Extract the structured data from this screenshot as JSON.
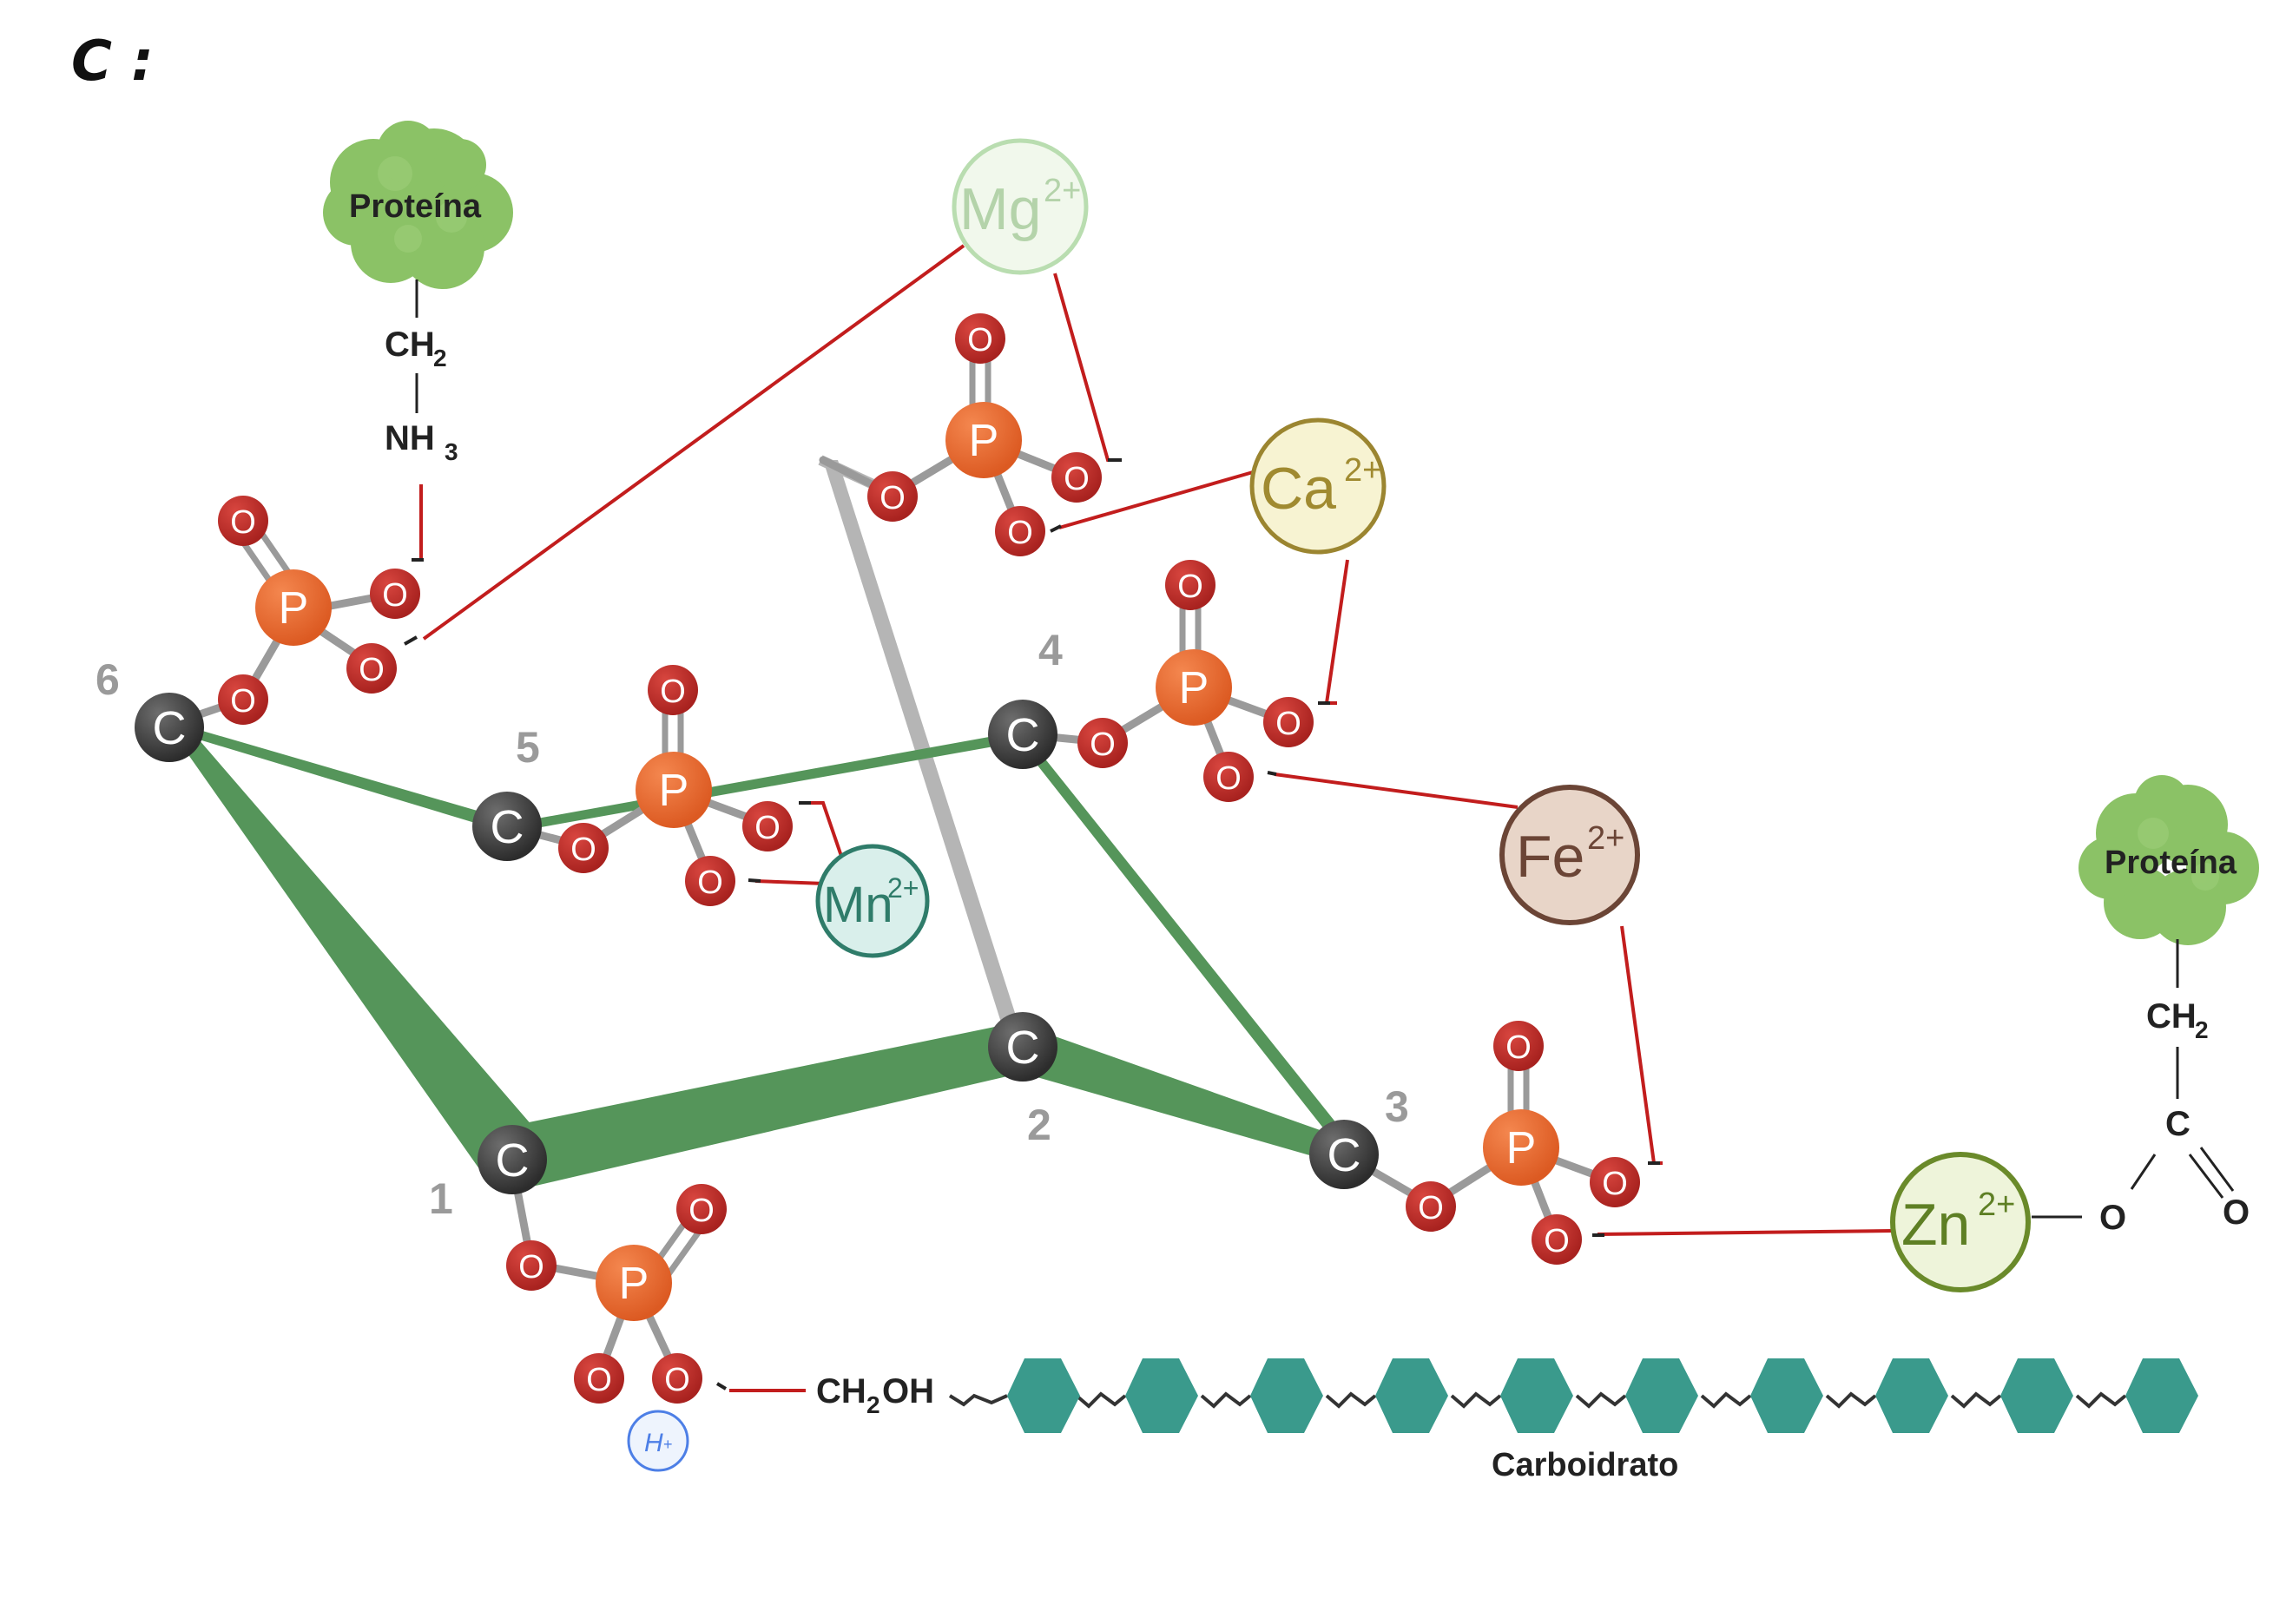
{
  "panel": {
    "label": "C :"
  },
  "ring": {
    "carbon_symbol": "C",
    "numbers": [
      "1",
      "2",
      "3",
      "4",
      "5",
      "6"
    ]
  },
  "phosphate": {
    "p_symbol": "P",
    "o_symbol": "O"
  },
  "proteins": [
    {
      "label": "Proteína",
      "ch2": "CH",
      "ch2_sub": "2",
      "group": "NH",
      "group_sub": "3"
    },
    {
      "label": "Proteína",
      "ch2": "CH",
      "ch2_sub": "2",
      "carboxyl_c": "C",
      "carboxyl_o": "O"
    }
  ],
  "ions": [
    {
      "symbol": "Mg",
      "charge": "2+",
      "fill": "#f1f8ec",
      "stroke": "#b9ddb0",
      "text": "#b4d3aa"
    },
    {
      "symbol": "Ca",
      "charge": "2+",
      "fill": "#f7f3d2",
      "stroke": "#9b8530",
      "text": "#a08a30"
    },
    {
      "symbol": "Mn",
      "charge": "2+",
      "fill": "#d9efeb",
      "stroke": "#2f7c6a",
      "text": "#2f7c6a"
    },
    {
      "symbol": "Fe",
      "charge": "2+",
      "fill": "#e8d5c8",
      "stroke": "#6b4536",
      "text": "#6b4536"
    },
    {
      "symbol": "Zn",
      "charge": "2+",
      "fill": "#eef4da",
      "stroke": "#6a8a2a",
      "text": "#5e7f24"
    }
  ],
  "hydrogen": {
    "symbol": "H",
    "charge": "+"
  },
  "carbohydrate": {
    "label": "Carboidrato",
    "group": "CH",
    "group_sub": "2",
    "group_tail": "OH"
  },
  "colors": {
    "ring_green": "#55955a",
    "carbon": "#3d3d3d",
    "phosphorus": "#e8682f",
    "oxygen": "#c0302b",
    "bond_gray": "#9a9a9a",
    "ionic_link": "#c21d1d",
    "hexagon": "#3a9a8c"
  }
}
